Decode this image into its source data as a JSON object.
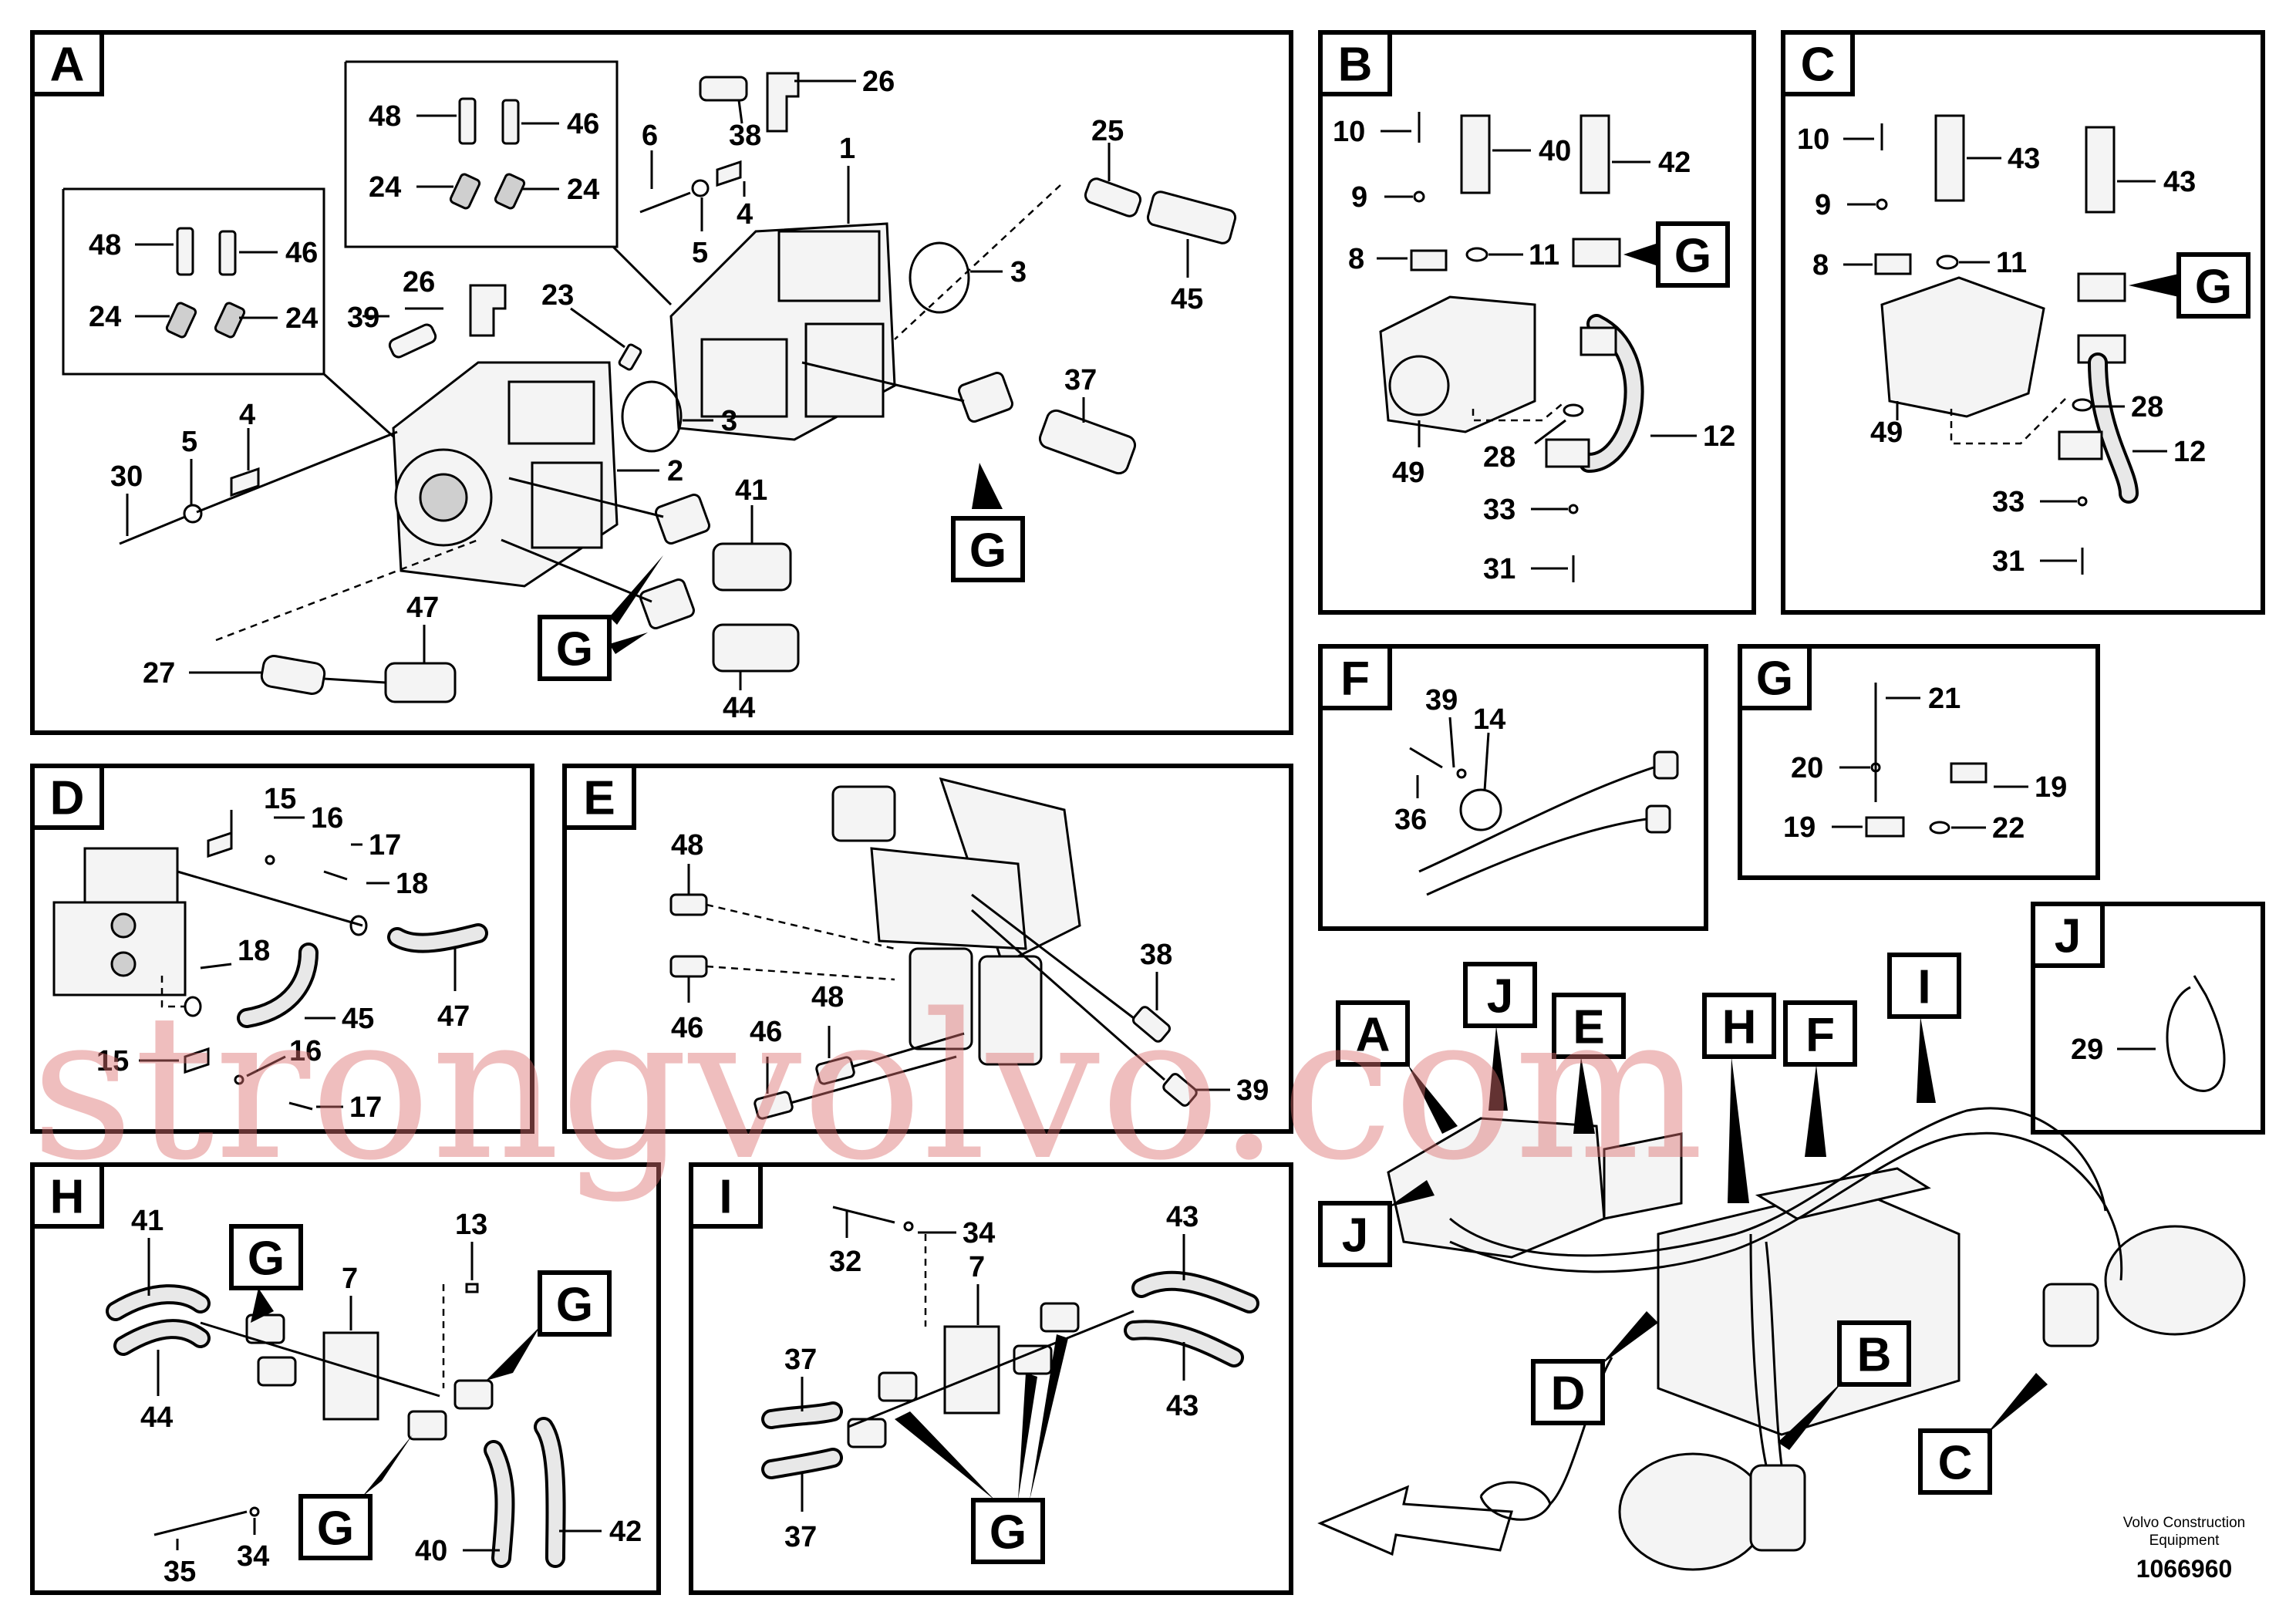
{
  "panels": {
    "A": {
      "tag": "A"
    },
    "B": {
      "tag": "B"
    },
    "C": {
      "tag": "C"
    },
    "D": {
      "tag": "D"
    },
    "E": {
      "tag": "E"
    },
    "F": {
      "tag": "F"
    },
    "G": {
      "tag": "G"
    },
    "H": {
      "tag": "H"
    },
    "I": {
      "tag": "I"
    },
    "J": {
      "tag": "J"
    }
  },
  "callout_tags": {
    "a_g1": "G",
    "a_g2": "G",
    "b_g": "G",
    "c_g": "G",
    "h_g1": "G",
    "h_g2": "G",
    "h_g3": "G",
    "i_g": "G",
    "ov_a": "A",
    "ov_j1": "J",
    "ov_e": "E",
    "ov_h": "H",
    "ov_f": "F",
    "ov_i": "I",
    "ov_j2": "J",
    "ov_d": "D",
    "ov_b": "B",
    "ov_c": "C"
  },
  "part_numbers": {
    "a_48": "48",
    "a_46": "46",
    "a_24a": "24",
    "a_24b": "24",
    "a_48b": "48",
    "a_46b": "46",
    "a_24c": "24",
    "a_24d": "24",
    "a_26": "26",
    "a_26b": "26",
    "a_38": "38",
    "a_6": "6",
    "a_5": "5",
    "a_4": "4",
    "a_1": "1",
    "a_25": "25",
    "a_3": "3",
    "a_45": "45",
    "a_39": "39",
    "a_23": "23",
    "a_3b": "3",
    "a_37": "37",
    "a_4b": "4",
    "a_5b": "5",
    "a_30": "30",
    "a_2": "2",
    "a_41": "41",
    "a_47": "47",
    "a_27": "27",
    "a_44": "44",
    "b_10": "10",
    "b_40": "40",
    "b_42": "42",
    "b_9": "9",
    "b_8": "8",
    "b_11": "11",
    "b_49": "49",
    "b_28": "28",
    "b_12": "12",
    "b_33": "33",
    "b_31": "31",
    "c_10": "10",
    "c_43": "43",
    "c_43b": "43",
    "c_9": "9",
    "c_8": "8",
    "c_11": "11",
    "c_49": "49",
    "c_28": "28",
    "c_12": "12",
    "c_33": "33",
    "c_31": "31",
    "d_15": "15",
    "d_16": "16",
    "d_17": "17",
    "d_18": "18",
    "d_18b": "18",
    "d_45": "45",
    "d_47": "47",
    "d_15b": "15",
    "d_16b": "16",
    "d_17b": "17",
    "e_48": "48",
    "e_46": "46",
    "e_48b": "48",
    "e_46b": "46",
    "e_38": "38",
    "e_39": "39",
    "f_39": "39",
    "f_14": "14",
    "f_36": "36",
    "g_21": "21",
    "g_20": "20",
    "g_19": "19",
    "g_19b": "19",
    "g_22": "22",
    "h_41": "41",
    "h_7": "7",
    "h_13": "13",
    "h_44": "44",
    "h_35": "35",
    "h_34": "34",
    "h_40": "40",
    "h_42": "42",
    "i_32": "32",
    "i_34": "34",
    "i_7": "7",
    "i_43": "43",
    "i_37": "37",
    "i_43b": "43",
    "i_37b": "37",
    "j_29": "29"
  },
  "footer": {
    "maker_line1": "Volvo Construction",
    "maker_line2": "Equipment",
    "drawing_id": "1066960"
  },
  "watermark": "strongvolvo.com"
}
